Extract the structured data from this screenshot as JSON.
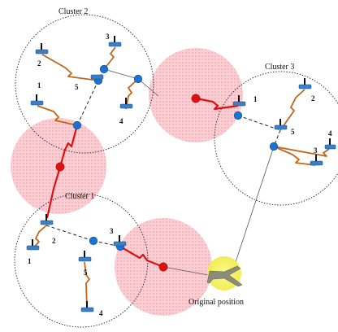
{
  "clusters": {
    "c1": {
      "title": "Cluster 1",
      "nodes": [
        "1",
        "2",
        "3",
        "4",
        "5"
      ]
    },
    "c2": {
      "title": "Cluster 2",
      "nodes": [
        "1",
        "2",
        "3",
        "4",
        "5"
      ]
    },
    "c3": {
      "title": "Cluster 3",
      "nodes": [
        "1",
        "2",
        "3",
        "4",
        "5"
      ]
    }
  },
  "aircraft_label": "Original position",
  "colors": {
    "coverage_fill": "#f7b8bf",
    "coverage_dots": "#e05060",
    "relay_node": "#e01010",
    "cluster_head": "#1a73d0",
    "radio_link": "#c0651a",
    "red_link": "#e01010",
    "sensor_body": "#3d7fc4",
    "aircraft_glow": "#f6f36a"
  }
}
